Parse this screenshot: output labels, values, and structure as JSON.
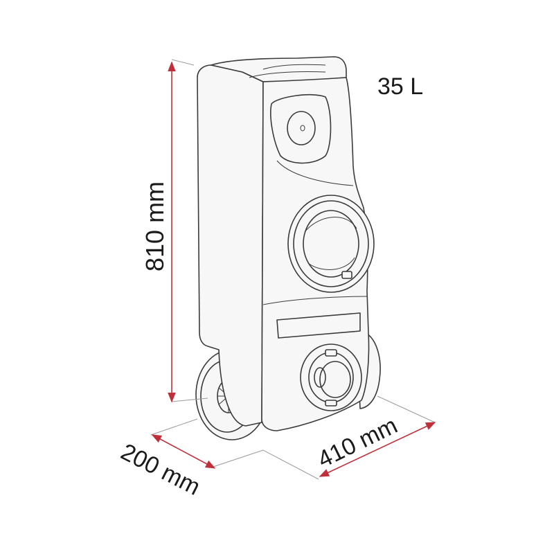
{
  "diagram": {
    "volume_label": "35 L",
    "height_label": "810 mm",
    "depth_label": "200 mm",
    "width_label": "410 mm",
    "colors": {
      "dimension_line": "#c0303a",
      "outline": "#3a3a3a",
      "text": "#1a1a1a"
    }
  }
}
